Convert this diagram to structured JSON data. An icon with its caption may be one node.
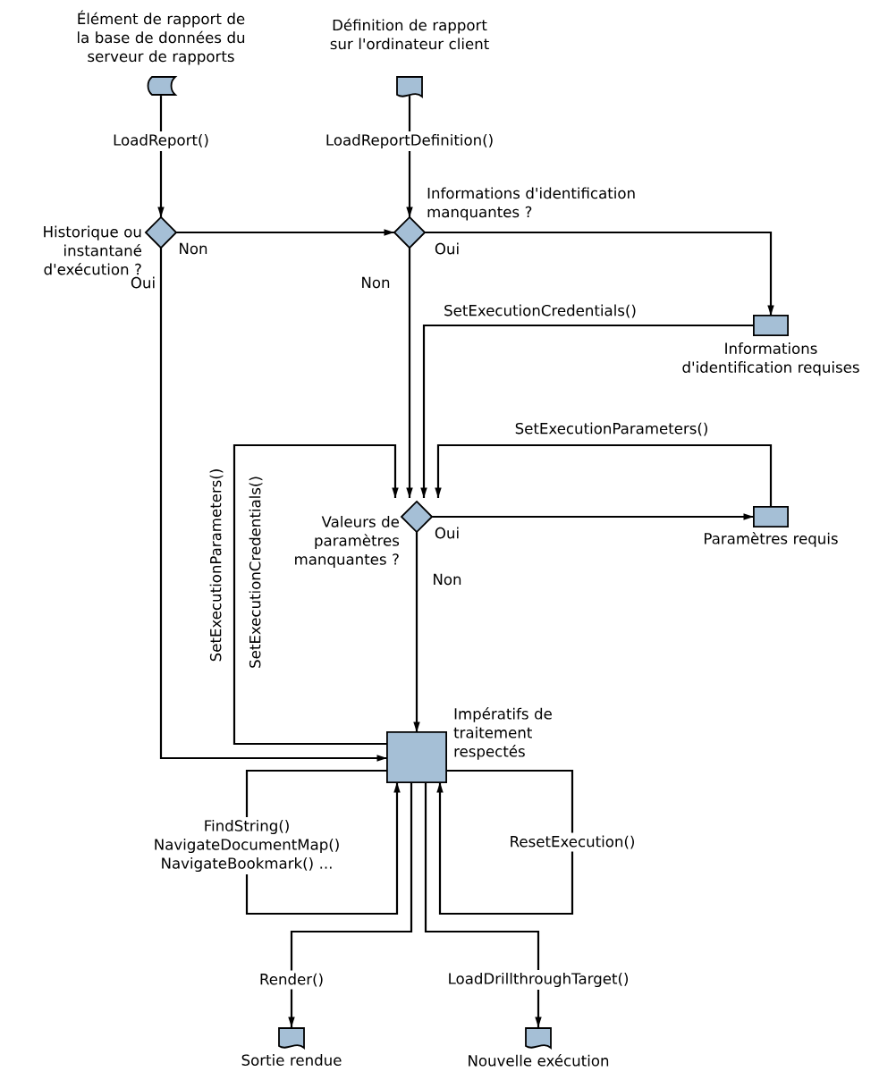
{
  "diagram": {
    "nodes": [
      {
        "text": [
          "Élément de rapport de la base de données du serveur de rapports"
        ]
      },
      {
        "text": [
          "Définition de rapport sur l'ordinateur client"
        ]
      },
      {
        "text": [
          "Historique ou instantané d'exécution ?"
        ]
      },
      {
        "text": [
          "Informations d'identification manquantes ?"
        ]
      },
      {
        "text": [
          "Informations d'identification requises"
        ]
      },
      {
        "text": [
          "Valeurs de paramètres manquantes ?"
        ]
      },
      {
        "text": [
          "Paramètres requis"
        ]
      },
      {
        "text": [
          "Impératifs de traitement respectés"
        ]
      },
      {
        "text": [
          "Sortie rendue"
        ]
      },
      {
        "text": [
          "Nouvelle exécution"
        ]
      }
    ],
    "edges": [
      {
        "from": 0,
        "to": 2,
        "arrow": "to",
        "label": "LoadReport()"
      },
      {
        "from": 1,
        "to": 3,
        "arrow": "to",
        "label": "LoadReportDefinition()"
      },
      {
        "from": 2,
        "to": 3,
        "arrow": "to",
        "label": "Non"
      },
      {
        "from": 2,
        "to": 7,
        "arrow": "to",
        "label": "Oui"
      },
      {
        "from": 3,
        "to": 4,
        "arrow": "to",
        "label": "Oui"
      },
      {
        "from": 3,
        "to": 5,
        "arrow": "to",
        "label": "Non"
      },
      {
        "from": 4,
        "to": 5,
        "arrow": "to",
        "label": "SetExecutionCredentials()"
      },
      {
        "from": 6,
        "to": 5,
        "arrow": "to",
        "label": "SetExecutionParameters()"
      },
      {
        "from": 7,
        "to": 5,
        "arrow": "to",
        "label": "SetExecutionParameters()"
      },
      {
        "from": 5,
        "to": 6,
        "arrow": "to",
        "label": "Oui"
      },
      {
        "from": 5,
        "to": 7,
        "arrow": "to",
        "label": "Non"
      },
      {
        "from": 7,
        "to": 7,
        "arrow": "to",
        "label": "FindString() NavigateDocumentMap() NavigateBookmark() ..."
      },
      {
        "from": 7,
        "to": 7,
        "arrow": "to",
        "label": "ResetExecution()"
      },
      {
        "from": 7,
        "to": 8,
        "arrow": "to",
        "label": "Render()"
      },
      {
        "from": 7,
        "to": 9,
        "arrow": "to",
        "label": "LoadDrillthroughTarget()"
      }
    ],
    "labels": [
      "SetExecutionCredentials()"
    ]
  }
}
